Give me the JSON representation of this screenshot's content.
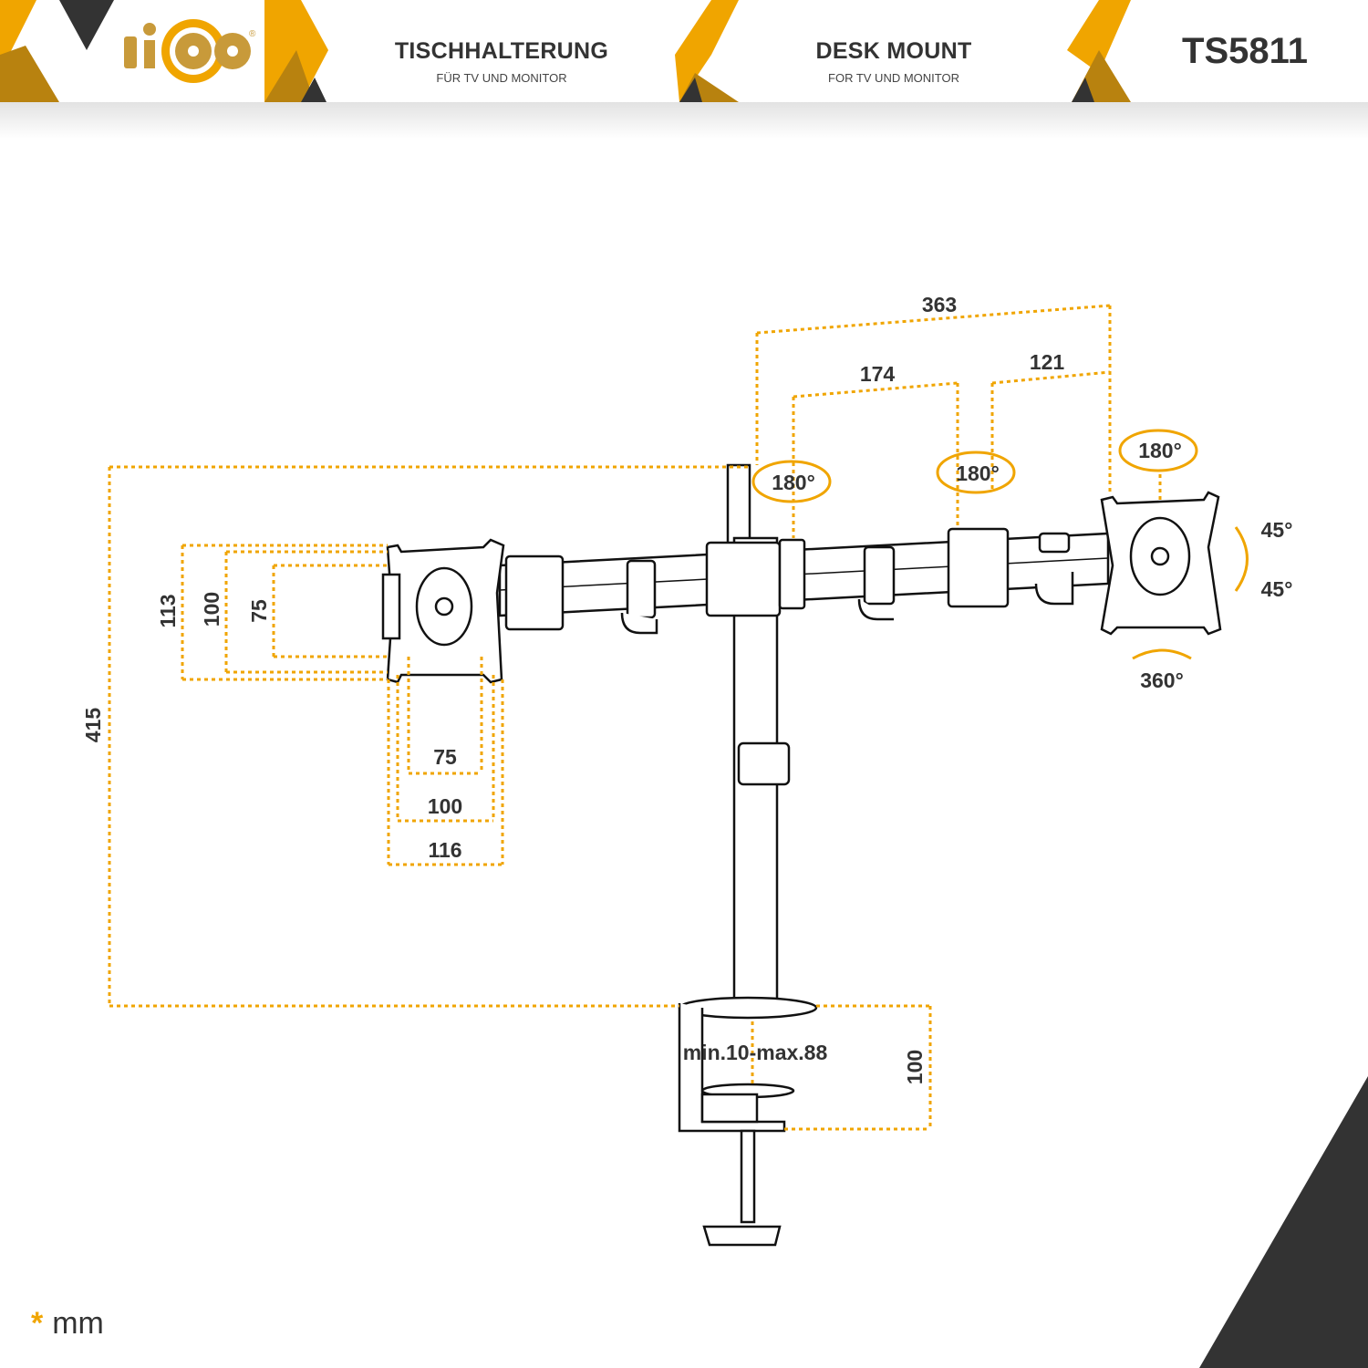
{
  "header": {
    "logo_text": "ricoo",
    "title_de": "TISCHHALTERUNG",
    "subtitle_de": "FÜR TV UND MONITOR",
    "title_en": "DESK MOUNT",
    "subtitle_en": "FOR TV UND MONITOR",
    "model": "TS5811"
  },
  "colors": {
    "accent": "#f0a500",
    "accent_dark": "#b8820f",
    "dark": "#333333"
  },
  "dimensions": {
    "arm_total": "363",
    "arm_inner": "174",
    "arm_outer": "121",
    "rot_left": "180°",
    "rot_mid": "180°",
    "rot_right": "180°",
    "tilt_up": "45°",
    "tilt_down": "45°",
    "swivel": "360°",
    "height": "415",
    "plate_h_113": "113",
    "plate_h_100": "100",
    "plate_h_75": "75",
    "plate_w_75": "75",
    "plate_w_100": "100",
    "plate_w_116": "116",
    "clamp_range": "min.10-max.88",
    "clamp_height": "100"
  },
  "footer": {
    "asterisk": "*",
    "unit": "mm"
  }
}
